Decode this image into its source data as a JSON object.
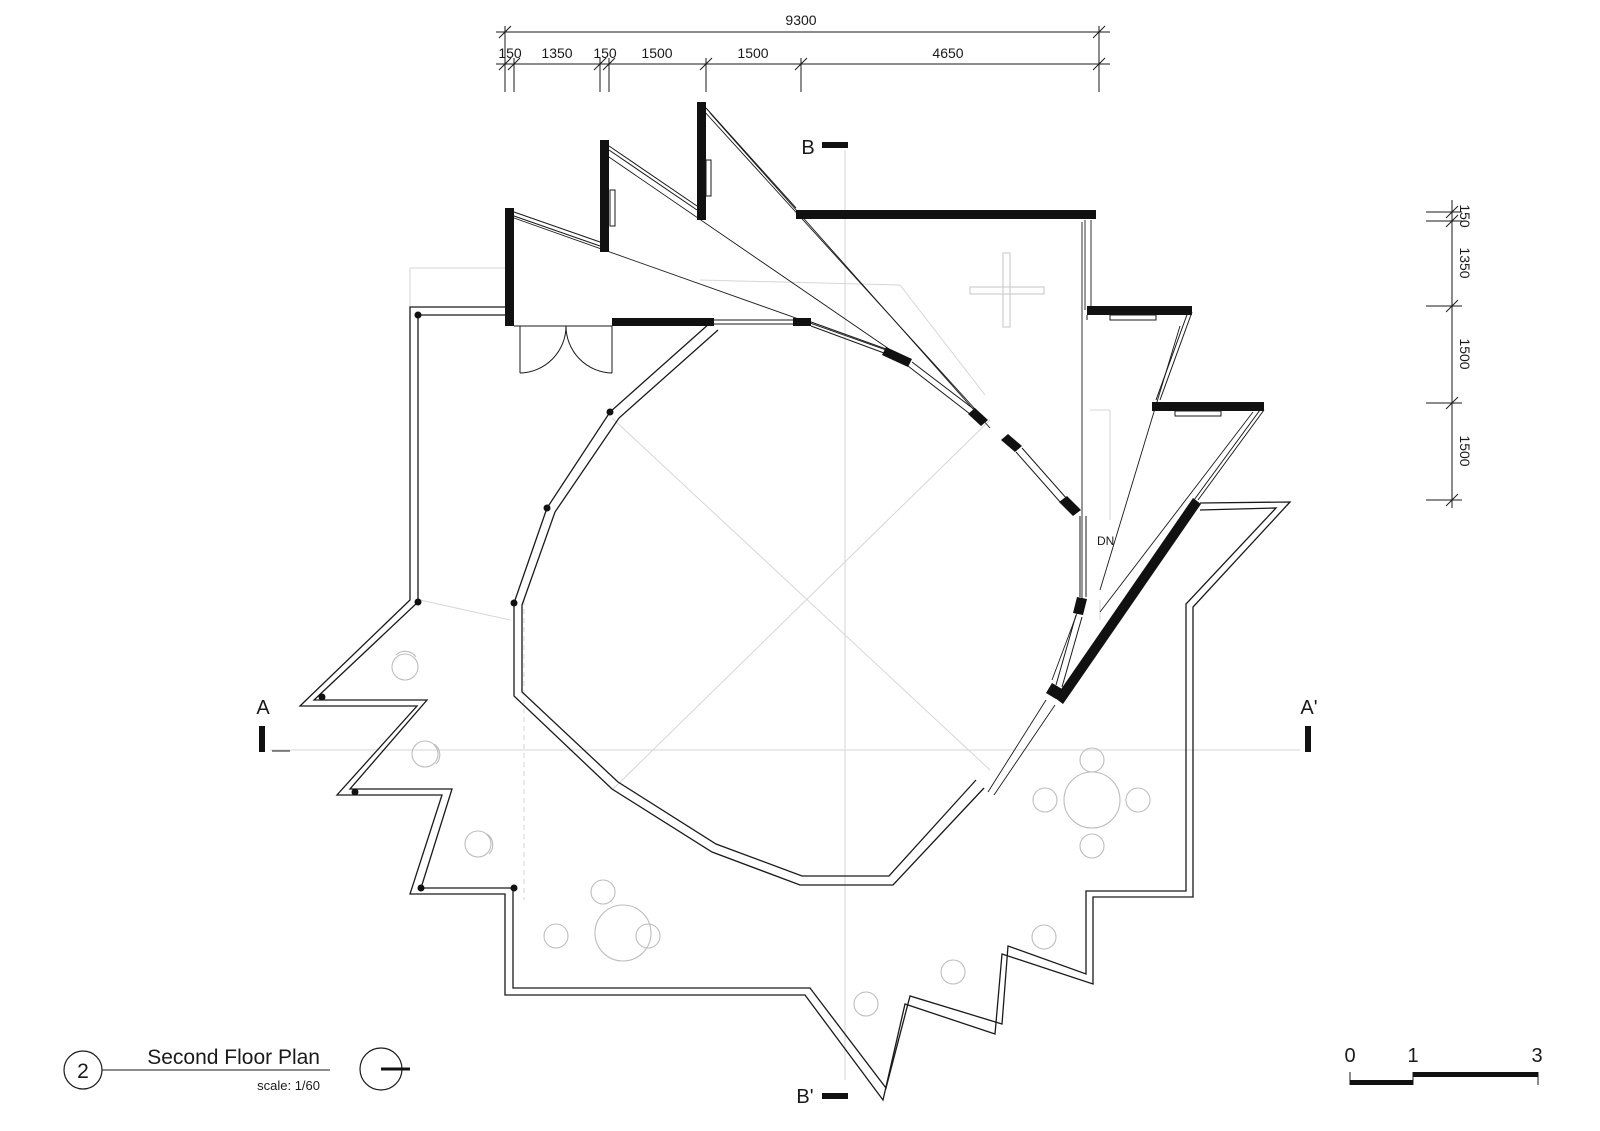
{
  "dimensions": {
    "top_overall": "9300",
    "top_segments": [
      "150",
      "1350",
      "150",
      "1500",
      "1500",
      "4650"
    ],
    "right_segments": [
      "150",
      "1350",
      "1500",
      "1500"
    ]
  },
  "section_marks": {
    "a": "A",
    "a_prime": "A'",
    "b": "B",
    "b_prime": "B'"
  },
  "stair_label": "DN",
  "title_block": {
    "number": "2",
    "title": "Second Floor Plan",
    "scale": "scale: 1/60"
  },
  "scale_bar": {
    "labels": [
      "0",
      "1",
      "3"
    ]
  },
  "colors": {
    "wall": "#111111",
    "line": "#1a1a1a",
    "faint": "#cfcfcf"
  }
}
